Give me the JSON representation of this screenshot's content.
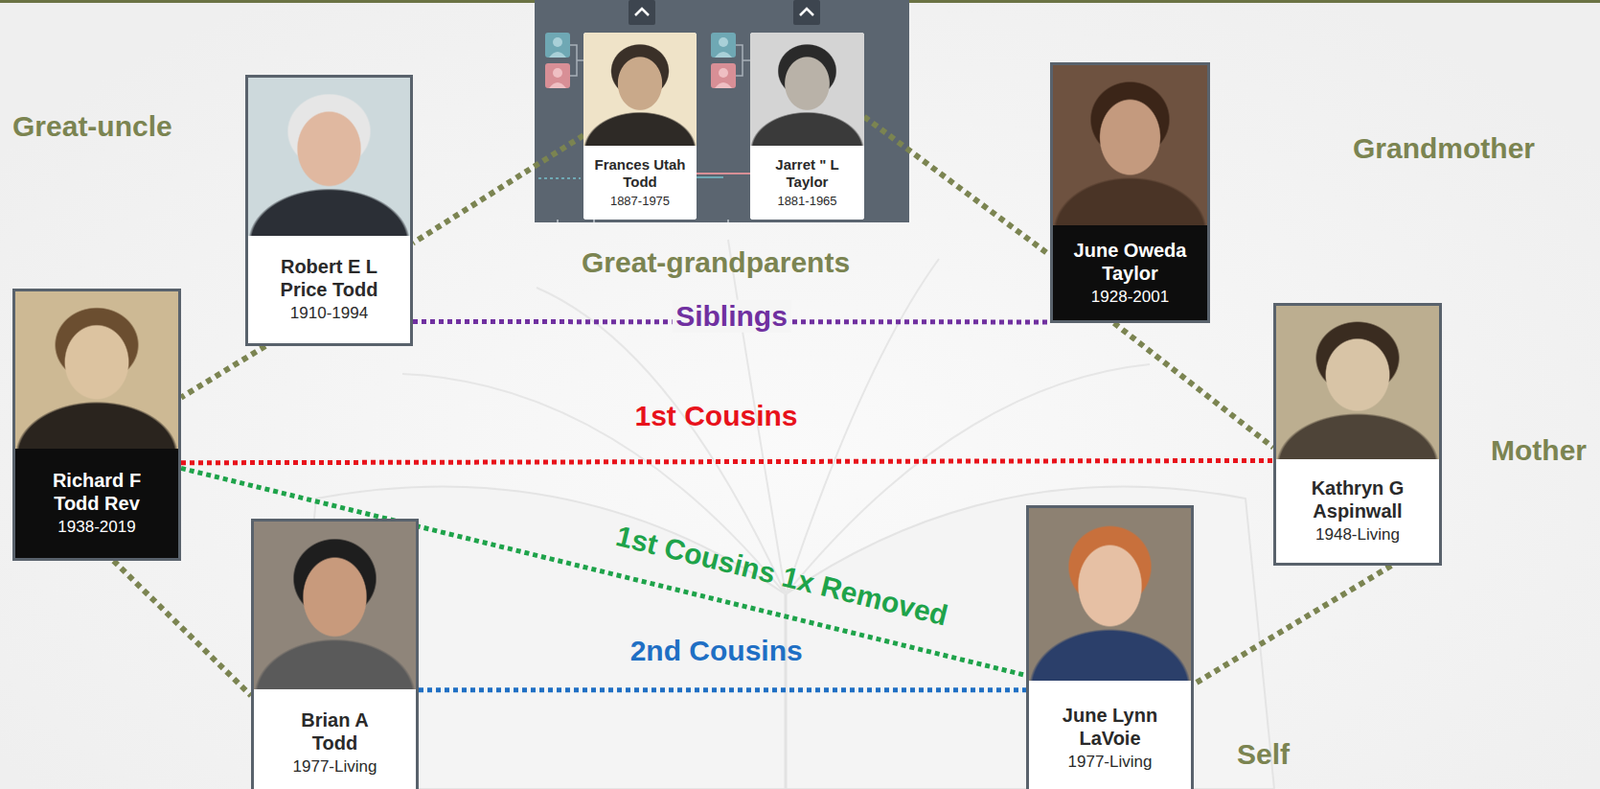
{
  "diagram": {
    "nodes": [
      {
        "text": [
          "Frances Utah Todd",
          "1887-1975"
        ]
      },
      {
        "text": [
          "Jarret \" L Taylor",
          "1881-1965"
        ]
      },
      {
        "text": [
          "Robert E L Price Todd",
          "1910-1994"
        ]
      },
      {
        "text": [
          "June Oweda Taylor",
          "1928-2001"
        ]
      },
      {
        "text": [
          "Richard F Todd Rev",
          "1938-2019"
        ]
      },
      {
        "text": [
          "Kathryn G Aspinwall",
          "1948-Living"
        ]
      },
      {
        "text": [
          "Brian A Todd",
          "1977-Living"
        ]
      },
      {
        "text": [
          "June Lynn LaVoie",
          "1977-Living"
        ]
      }
    ],
    "edges": [
      {
        "from": 0,
        "to": 2,
        "arrow": "none"
      },
      {
        "from": 1,
        "to": 3,
        "arrow": "none"
      },
      {
        "from": 2,
        "to": 3,
        "label": "Siblings",
        "arrow": "none"
      },
      {
        "from": 2,
        "to": 4,
        "arrow": "none"
      },
      {
        "from": 3,
        "to": 5,
        "arrow": "none"
      },
      {
        "from": 4,
        "to": 5,
        "label": "1st Cousins",
        "arrow": "none"
      },
      {
        "from": 4,
        "to": 7,
        "label": "1st Cousins 1x Removed",
        "arrow": "none"
      },
      {
        "from": 4,
        "to": 6,
        "arrow": "none"
      },
      {
        "from": 5,
        "to": 7,
        "arrow": "none"
      },
      {
        "from": 6,
        "to": 7,
        "label": "2nd Cousins",
        "arrow": "none"
      }
    ],
    "labels": [
      "Great-uncle",
      "Grandmother",
      "Great-grandparents",
      "Mother",
      "Self"
    ]
  }
}
